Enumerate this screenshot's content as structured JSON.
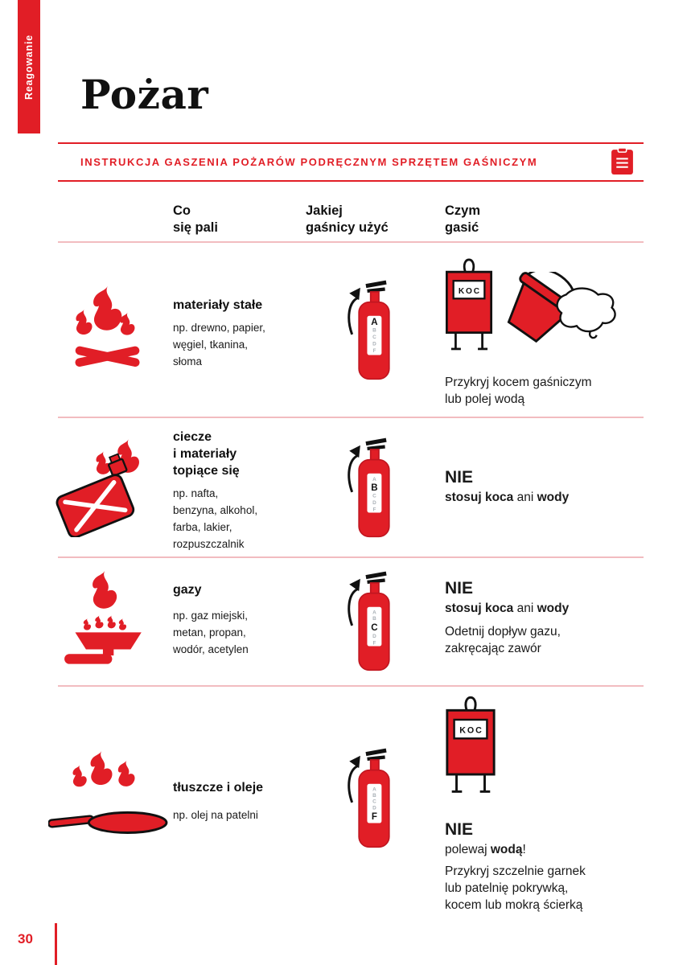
{
  "sidebar": {
    "tab_label": "Reagowanie",
    "page_number": "30"
  },
  "header": {
    "title": "Pożar",
    "subtitle": "INSTRUKCJA GASZENIA POŻARÓW PODRĘCZNYM SPRZĘTEM GAŚNICZYM",
    "clipboard_icon": "clipboard-list-icon"
  },
  "colors": {
    "accent_red": "#e11e26",
    "separator_pink": "#f2bcc0",
    "text_black": "#1a1a1a",
    "letter_gray": "#a9b0b6"
  },
  "table": {
    "col_headers": [
      "Co\nsię pali",
      "Jakiej\ngaśnicy użyć",
      "Czym\ngasić"
    ],
    "extinguisher_letters": [
      "A",
      "B",
      "C",
      "D",
      "F"
    ],
    "rows": [
      {
        "icon": "campfire-icon",
        "what_title": "materiały stałe",
        "what_desc": "np. drewno, papier,\nwęgiel, tkanina,\nsłoma",
        "active_letter": "A",
        "koc_label": "KOC",
        "how_icons": [
          "fire-blanket-icon",
          "water-bucket-icon"
        ],
        "how_text": "Przykryj kocem gaśniczym\nlub polej wodą"
      },
      {
        "icon": "fuel-canister-icon",
        "what_title": "ciecze\ni materiały\ntopiące się",
        "what_desc": "np. nafta,\nbenzyna, alkohol,\nfarba, lakier,\nrozpuszczalnik",
        "active_letter": "B",
        "nie": "NIE",
        "bold1": "stosuj koca",
        "mid": " ani ",
        "bold2": "wody"
      },
      {
        "icon": "gas-burner-icon",
        "what_title": "gazy",
        "what_desc": "np. gaz miejski,\nmetan, propan,\nwodór, acetylen",
        "active_letter": "C",
        "nie": "NIE",
        "bold1": "stosuj koca",
        "mid": " ani ",
        "bold2": "wody",
        "extra": "Odetnij dopływ gazu,\nzakręcając zawór"
      },
      {
        "icon": "frying-pan-icon",
        "what_title": "tłuszcze i oleje",
        "what_desc": "np. olej na patelni",
        "active_letter": "F",
        "koc_label": "KOC",
        "nie": "NIE",
        "pre": "polewaj ",
        "bold": "wodą",
        "post": "!",
        "extra": "Przykryj szczelnie garnek\nlub patelnię pokrywką,\nkocem lub mokrą ścierką"
      }
    ]
  }
}
